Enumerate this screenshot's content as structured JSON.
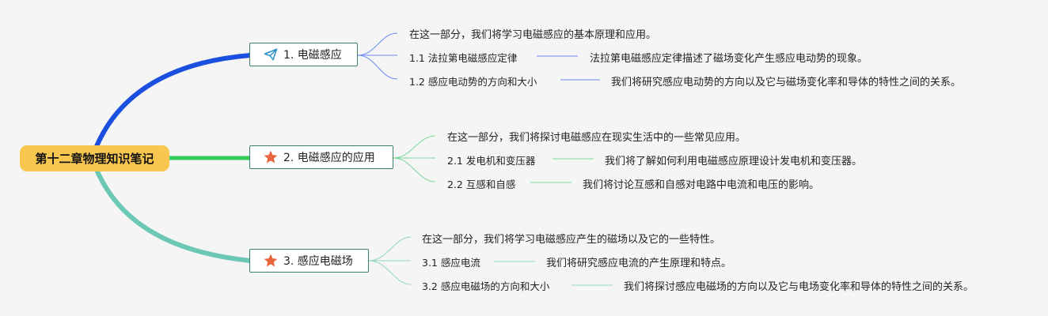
{
  "root": {
    "label": "第十二章物理知识笔记",
    "color": "#f9c74f"
  },
  "topics": [
    {
      "label": "1. 电磁感应",
      "icon": "paper-plane-icon",
      "branch_color": "#1a4fe0",
      "intro": "在这一部分，我们将学习电磁感应的基本原理和应用。",
      "subs": [
        {
          "title": "1.1 法拉第电磁感应定律",
          "detail": "法拉第电磁感应定律描述了磁场变化产生感应电动势的现象。"
        },
        {
          "title": "1.2 感应电动势的方向和大小",
          "detail": "我们将研究感应电动势的方向以及它与磁场变化率和导体的特性之间的关系。"
        }
      ]
    },
    {
      "label": "2. 电磁感应的应用",
      "icon": "star-icon",
      "branch_color": "#2ecc55",
      "intro": "在这一部分，我们将探讨电磁感应在现实生活中的一些常见应用。",
      "subs": [
        {
          "title": "2.1 发电机和变压器",
          "detail": "我们将了解如何利用电磁感应原理设计发电机和变压器。"
        },
        {
          "title": "2.2 互感和自感",
          "detail": "我们将讨论互感和自感对电路中电流和电压的影响。"
        }
      ]
    },
    {
      "label": "3. 感应电磁场",
      "icon": "star-icon",
      "branch_color": "#6cc7b4",
      "intro": "在这一部分，我们将学习电磁感应产生的磁场以及它的一些特性。",
      "subs": [
        {
          "title": "3.1 感应电流",
          "detail": "我们将研究感应电流的产生原理和特点。"
        },
        {
          "title": "3.2 感应电磁场的方向和大小",
          "detail": "我们将探讨感应电磁场的方向以及它与电场变化率和导体的特性之间的关系。"
        }
      ]
    }
  ]
}
